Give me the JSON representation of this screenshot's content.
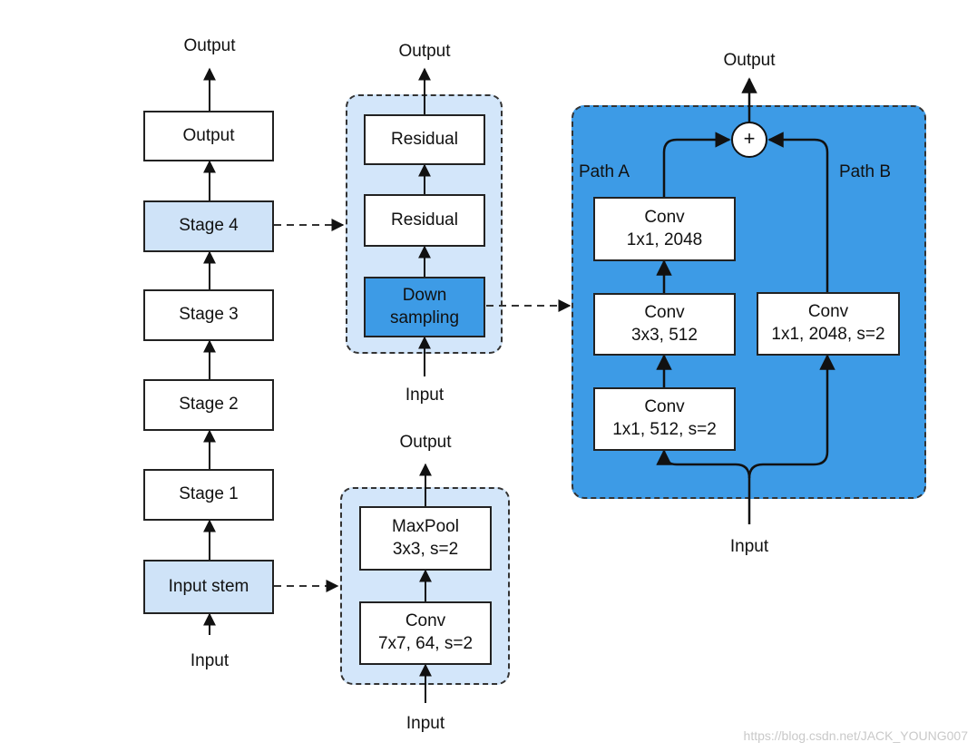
{
  "left": {
    "output_label": "Output",
    "boxes": {
      "output": "Output",
      "stage4": "Stage 4",
      "stage3": "Stage 3",
      "stage2": "Stage 2",
      "stage1": "Stage 1",
      "input_stem": "Input stem"
    },
    "input_label": "Input"
  },
  "stage_block": {
    "output_label": "Output",
    "residual_top": "Residual",
    "residual_mid": "Residual",
    "downsampling": [
      "Down",
      "sampling"
    ],
    "input_label": "Input"
  },
  "stem_block": {
    "output_label": "Output",
    "maxpool": [
      "MaxPool",
      "3x3, s=2"
    ],
    "conv": [
      "Conv",
      "7x7, 64, s=2"
    ],
    "input_label": "Input"
  },
  "downsampling_block": {
    "output_label": "Output",
    "plus": "+",
    "path_a": "Path A",
    "path_b": "Path B",
    "conv_a1": [
      "Conv",
      "1x1, 2048"
    ],
    "conv_a2": [
      "Conv",
      "3x3, 512"
    ],
    "conv_a3": [
      "Conv",
      "1x1, 512, s=2"
    ],
    "conv_b": [
      "Conv",
      "1x1, 2048, s=2"
    ],
    "input_label": "Input"
  },
  "watermark": "https://blog.csdn.net/JACK_YOUNG007",
  "colors": {
    "light_blue": "#cfe3f8",
    "medium_blue": "#3d9be6",
    "stroke": "#222222"
  }
}
